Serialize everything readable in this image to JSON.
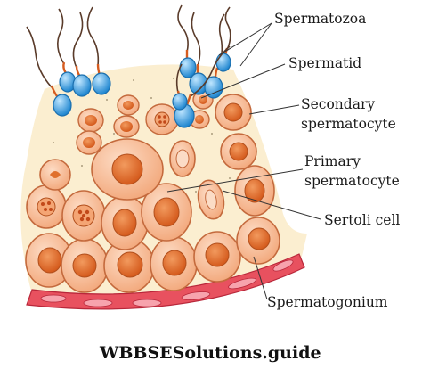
{
  "labels": {
    "spermatozoa": "Spermatozoa",
    "spermatid": "Spermatid",
    "secondary_1": "Secondary",
    "secondary_2": "spermatocyte",
    "primary_1": "Primary",
    "primary_2": "spermatocyte",
    "sertoli": "Sertoli cell",
    "spermatogonium": "Spermatogonium"
  },
  "footer": "WBBSESolutions.guide",
  "colors": {
    "cell_fill": "#f6b58d",
    "nucleus": "#e0702c",
    "sperm_head": "#2e9be0",
    "basement_band": "#e03a4e",
    "background": "#fbeed0"
  }
}
